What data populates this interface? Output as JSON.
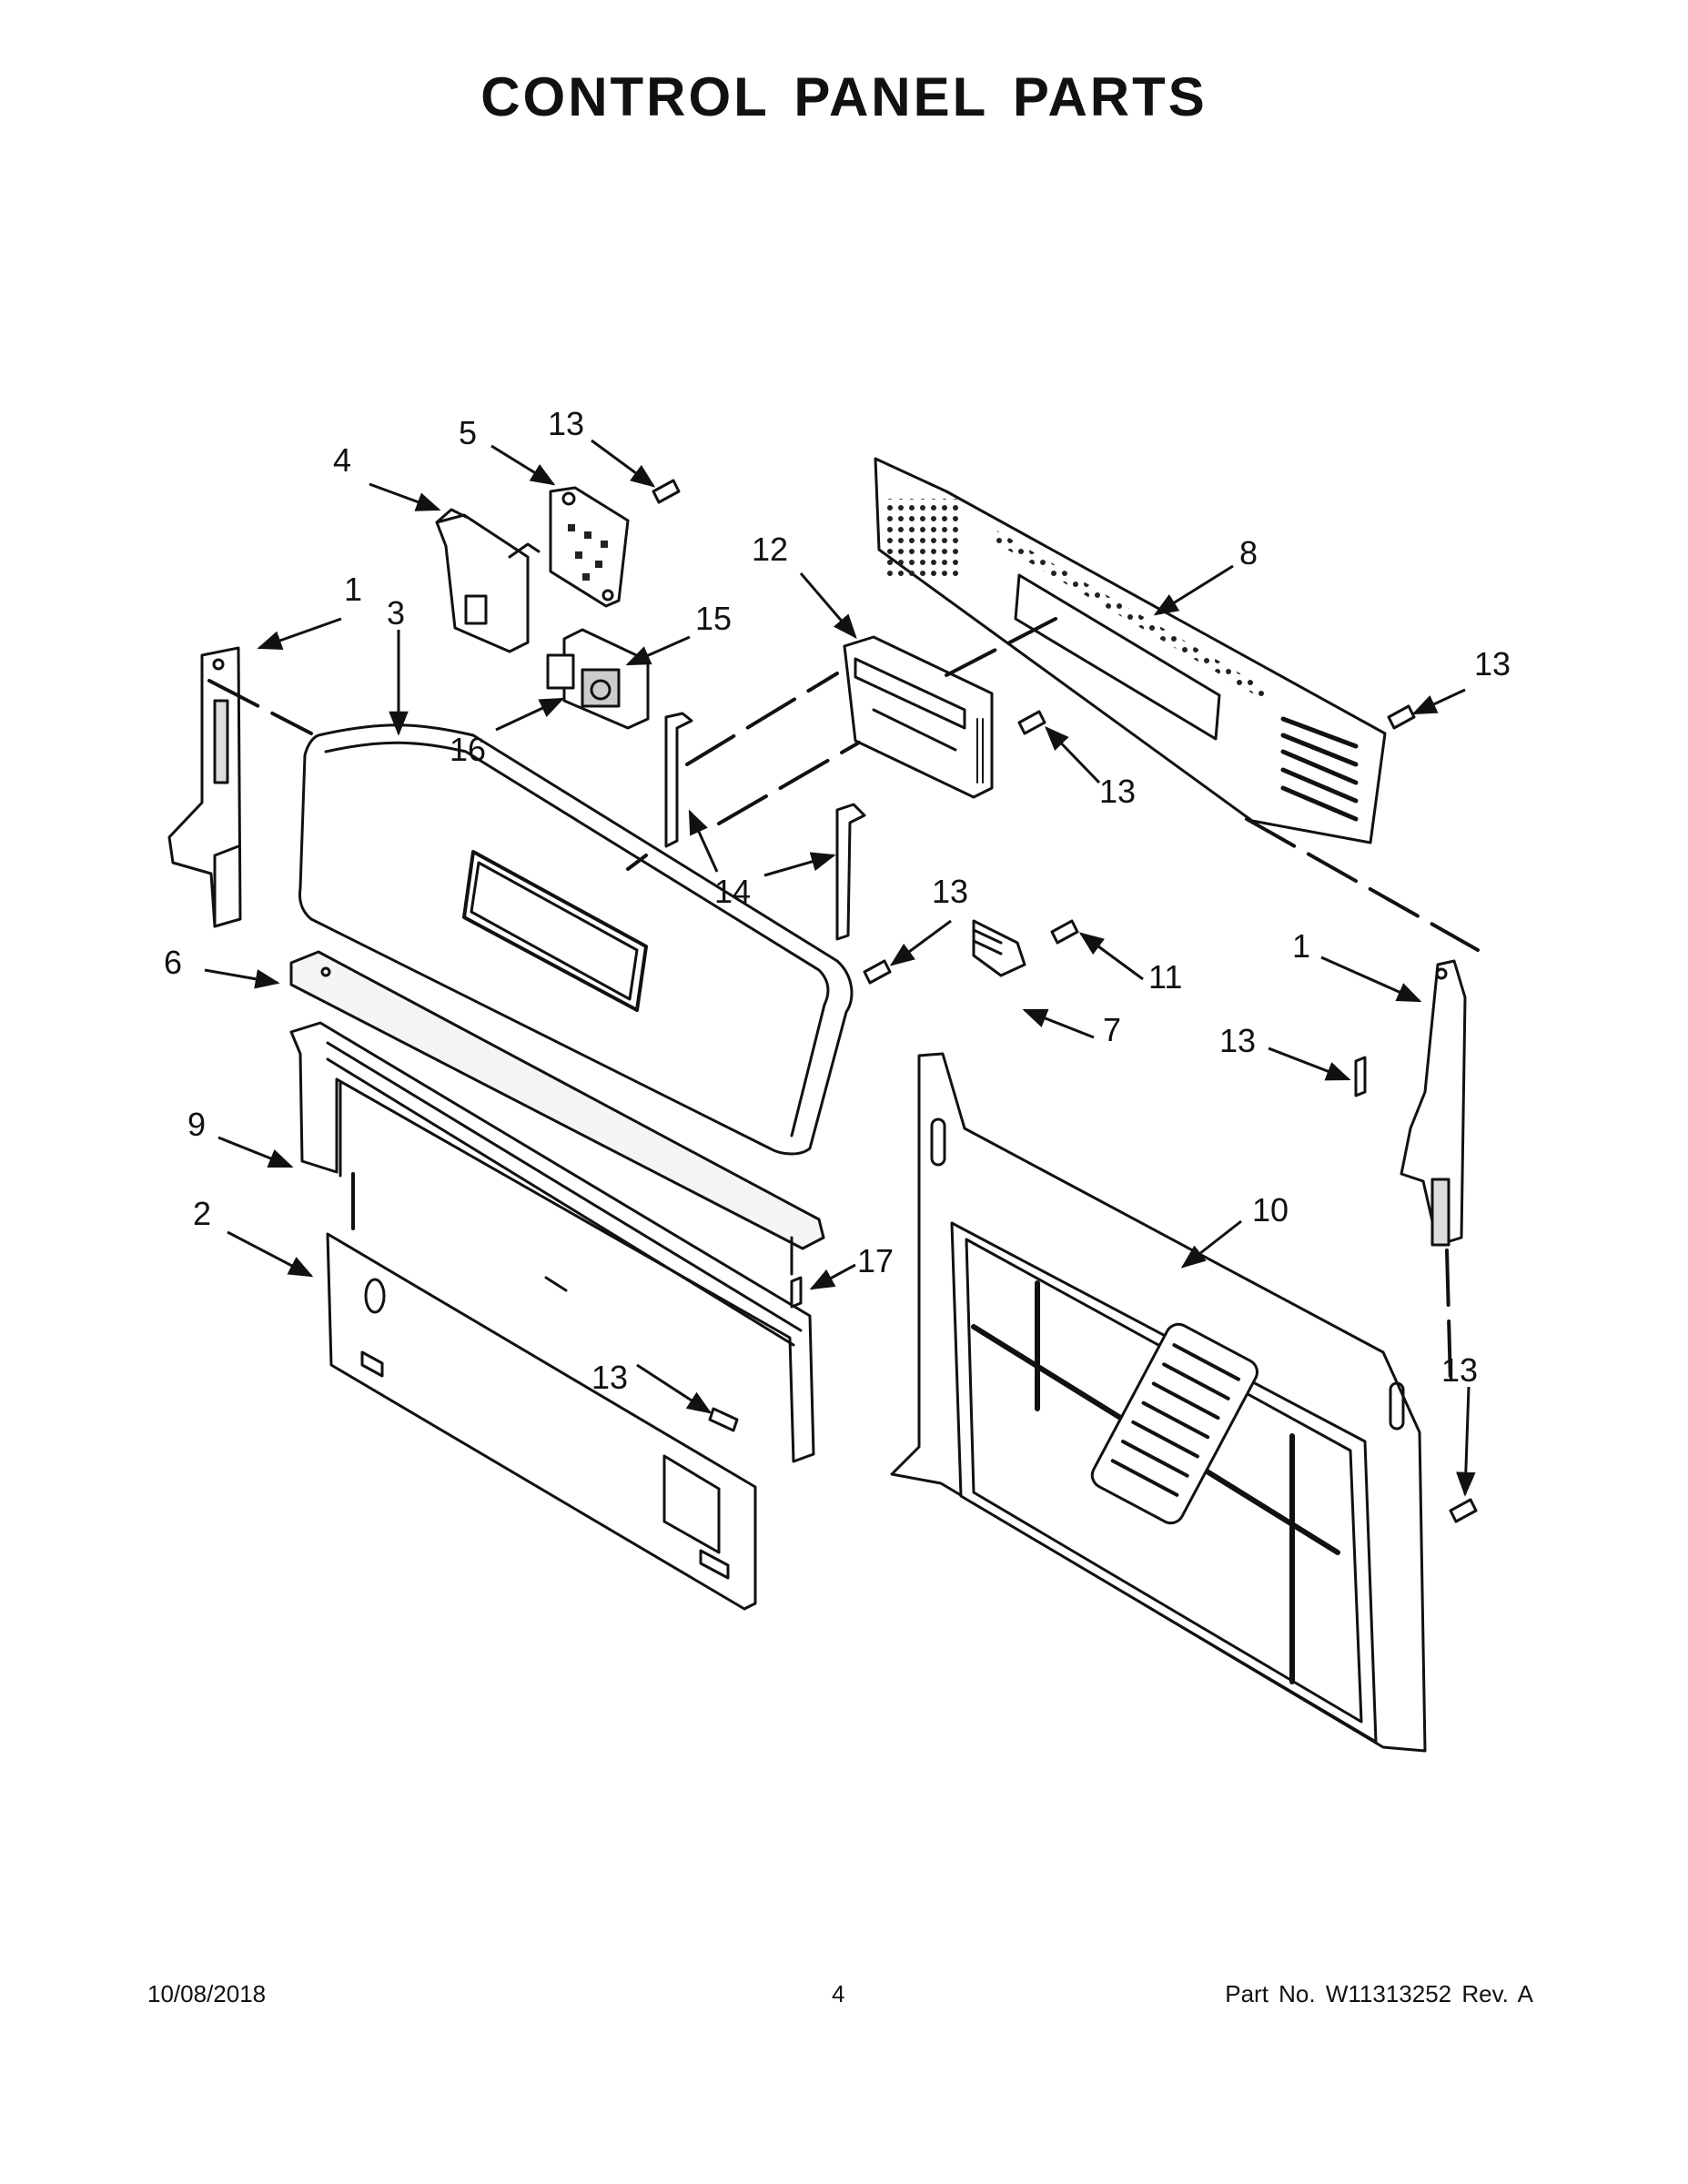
{
  "page": {
    "title": "CONTROL PANEL PARTS"
  },
  "callouts": {
    "c1a": "1",
    "c1b": "1",
    "c2": "2",
    "c3": "3",
    "c4": "4",
    "c5": "5",
    "c6": "6",
    "c7": "7",
    "c8": "8",
    "c9": "9",
    "c10": "10",
    "c11": "11",
    "c12": "12",
    "c13a": "13",
    "c13b": "13",
    "c13c": "13",
    "c13d": "13",
    "c13e": "13",
    "c13f": "13",
    "c13g": "13",
    "c14": "14",
    "c15": "15",
    "c16": "16",
    "c17": "17"
  },
  "footer": {
    "date": "10/08/2018",
    "page_number": "4",
    "part_number": "Part No.  W11313252  Rev.  A"
  }
}
